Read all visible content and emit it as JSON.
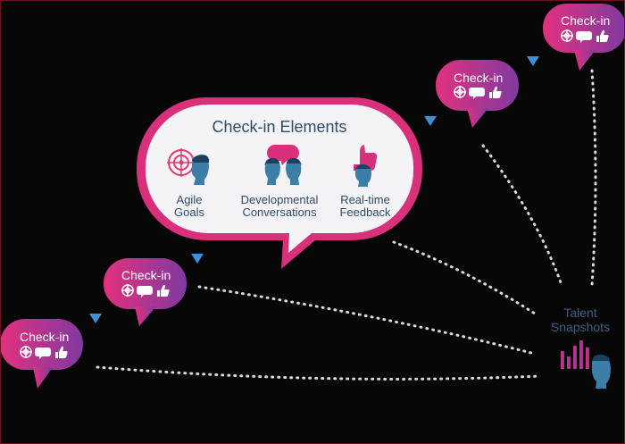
{
  "main_bubble": {
    "title": "Check-in Elements",
    "elements": [
      {
        "line1": "Agile",
        "line2": "Goals",
        "icon": "target-head-icon"
      },
      {
        "line1": "Developmental",
        "line2": "Conversations",
        "icon": "two-heads-speech-icon"
      },
      {
        "line1": "Real-time",
        "line2": "Feedback",
        "icon": "thumbs-up-head-icon"
      }
    ]
  },
  "checkins": [
    {
      "label": "Check-in",
      "icons": [
        "crosshair-icon",
        "speech-bubble-icon",
        "thumbs-up-icon"
      ]
    },
    {
      "label": "Check-in",
      "icons": [
        "crosshair-icon",
        "speech-bubble-icon",
        "thumbs-up-icon"
      ]
    },
    {
      "label": "Check-in",
      "icons": [
        "crosshair-icon",
        "speech-bubble-icon",
        "thumbs-up-icon"
      ]
    },
    {
      "label": "Check-in",
      "icons": [
        "crosshair-icon",
        "speech-bubble-icon",
        "thumbs-up-icon"
      ]
    }
  ],
  "talent": {
    "line1": "Talent",
    "line2": "Snapshots",
    "icon": "bar-chart-head-icon"
  },
  "colors": {
    "background": "#070707",
    "bubble_gradient_start": "#e2317e",
    "bubble_gradient_end": "#7f3aa0",
    "main_bubble_border": "#d8307a",
    "arrow_blue": "#3f8fd6",
    "text_navy": "#2f4a6b",
    "connector": "#d9d9d9"
  }
}
